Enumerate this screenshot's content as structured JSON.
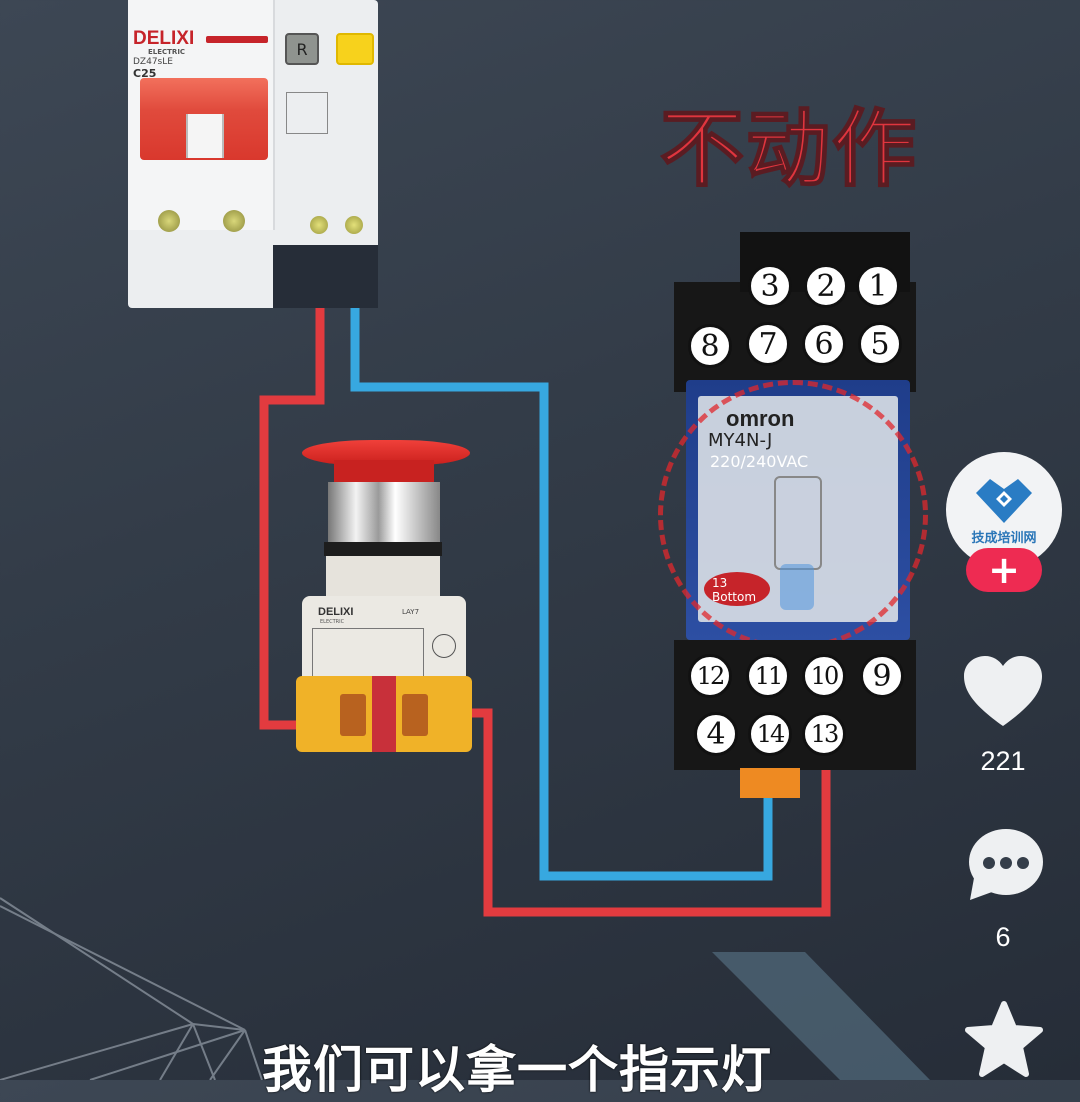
{
  "video": {
    "status_label": "不动作",
    "caption": "我们可以拿一个指示灯"
  },
  "breaker": {
    "brand": "DELIXI",
    "sub_brand": "ELECTRIC",
    "model": "DZ47sLE",
    "rating": "C25",
    "reset_button_label": "R"
  },
  "e_stop": {
    "brand": "DELIXI",
    "sub_brand": "ELECTRIC",
    "model": "LAY7"
  },
  "relay": {
    "brand": "omron",
    "model": "MY4N-J",
    "voltage": "220/240VAC",
    "coil_label": "13",
    "bottom_label": "Bottom",
    "top_terminals_row1": [
      "3",
      "2",
      "1"
    ],
    "top_terminals_row2": [
      "8",
      "7",
      "6",
      "5"
    ],
    "bottom_terminals_row1": [
      "12",
      "11",
      "10",
      "9"
    ],
    "bottom_terminals_row2": [
      "4",
      "14",
      "13"
    ]
  },
  "colors": {
    "live_wire": "#e23b3f",
    "neutral_wire": "#37a8e0",
    "like_accent": "#ee2b52",
    "status_red": "#e0353e"
  },
  "sidebar": {
    "account_name": "技成培训网",
    "follow_icon": "plus-icon",
    "like_icon": "heart-icon",
    "like_count": "221",
    "comment_icon": "comment-icon",
    "comment_count": "6",
    "favorite_icon": "star-icon"
  }
}
